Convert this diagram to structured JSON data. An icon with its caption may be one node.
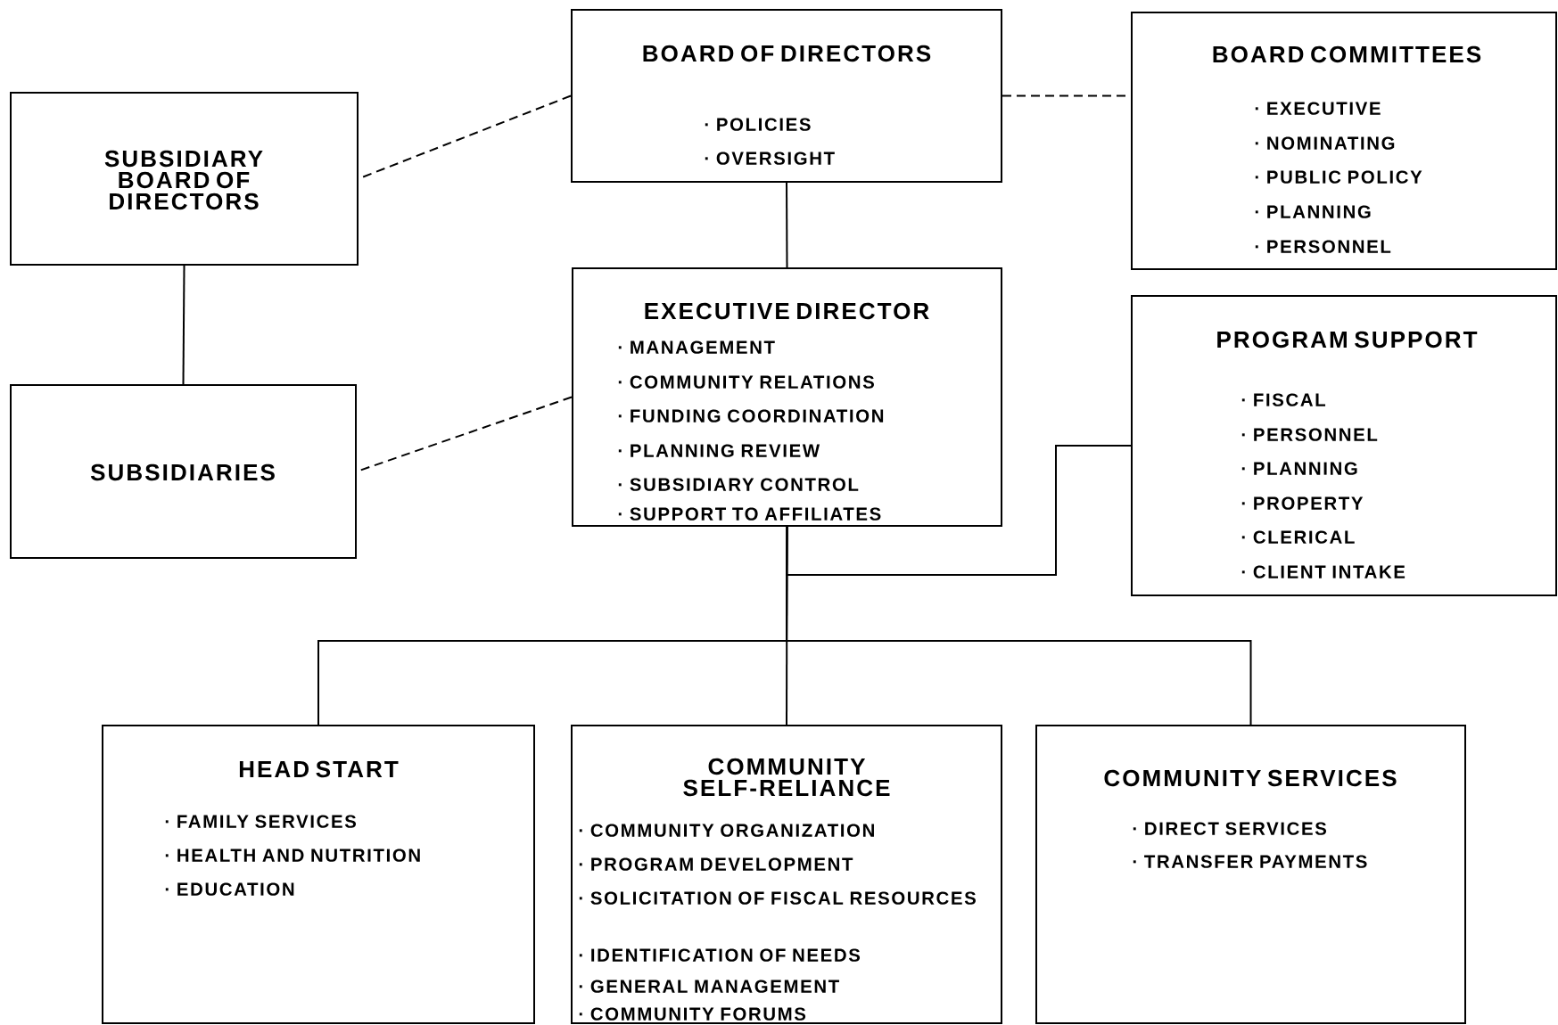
{
  "diagram": {
    "nodes": [
      {
        "text": [
          "BOARD OF DIRECTORS",
          "· POLICIES",
          "· OVERSIGHT"
        ]
      },
      {
        "text": [
          "BOARD COMMITTEES",
          "· EXECUTIVE",
          "· NOMINATING",
          "· PUBLIC POLICY",
          "· PLANNING",
          "· PERSONNEL"
        ]
      },
      {
        "text": [
          "SUBSIDIARY BOARD OF DIRECTORS"
        ]
      },
      {
        "text": [
          "EXECUTIVE DIRECTOR",
          "· MANAGEMENT",
          "· COMMUNITY RELATIONS",
          "· FUNDING COORDINATION",
          "· PLANNING REVIEW",
          "· SUBSIDIARY CONTROL",
          "· SUPPORT TO AFFILIATES"
        ]
      },
      {
        "text": [
          "PROGRAM SUPPORT",
          "· FISCAL",
          "· PERSONNEL",
          "· PLANNING",
          "· PROPERTY",
          "· CLERICAL",
          "· CLIENT INTAKE"
        ]
      },
      {
        "text": [
          "SUBSIDIARIES"
        ]
      },
      {
        "text": [
          "HEAD START",
          "· FAMILY SERVICES",
          "· HEALTH AND NUTRITION",
          "· EDUCATION"
        ]
      },
      {
        "text": [
          "COMMUNITY SELF-RELIANCE",
          "· COMMUNITY ORGANIZATION",
          "· PROGRAM DEVELOPMENT",
          "· SOLICITATION OF FISCAL RESOURCES",
          "· IDENTIFICATION OF NEEDS",
          "· GENERAL MANAGEMENT",
          "· COMMUNITY FORUMS"
        ]
      },
      {
        "text": [
          "COMMUNITY SERVICES",
          "· DIRECT SERVICES",
          "· TRANSFER PAYMENTS"
        ]
      }
    ],
    "edges": [
      {
        "from": 0,
        "to": 1,
        "arrow": "none",
        "style": "dashed"
      },
      {
        "from": 0,
        "to": 2,
        "arrow": "none",
        "style": "dashed"
      },
      {
        "from": 0,
        "to": 3,
        "arrow": "none"
      },
      {
        "from": 2,
        "to": 5,
        "arrow": "none"
      },
      {
        "from": 3,
        "to": 5,
        "arrow": "none",
        "style": "dashed"
      },
      {
        "from": 3,
        "to": 4,
        "arrow": "none"
      },
      {
        "from": 3,
        "to": 6,
        "arrow": "none"
      },
      {
        "from": 3,
        "to": 7,
        "arrow": "none"
      },
      {
        "from": 3,
        "to": 8,
        "arrow": "none"
      }
    ]
  }
}
